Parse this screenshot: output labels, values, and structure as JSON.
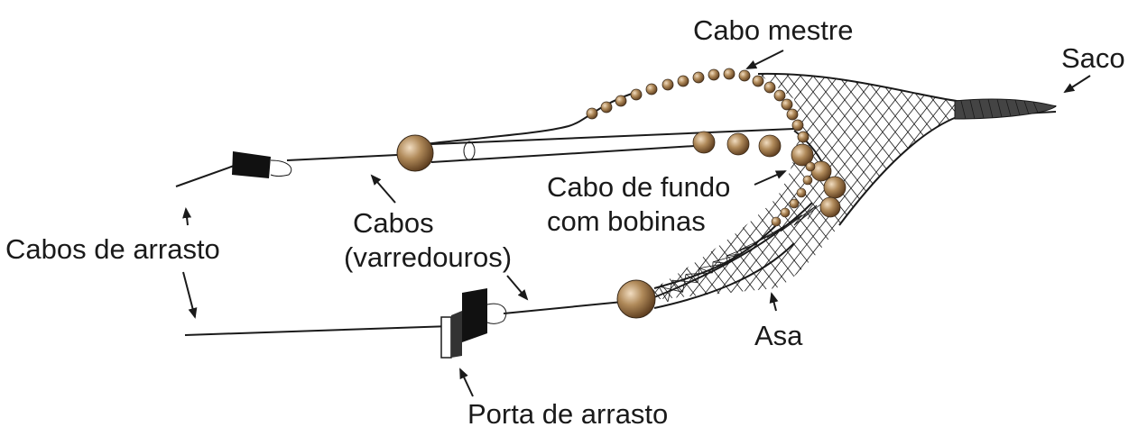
{
  "diagram": {
    "labels": {
      "cabo_mestre": "Cabo mestre",
      "saco": "Saco",
      "cabo_fundo_line1": "Cabo de fundo",
      "cabo_fundo_line2": "com bobinas",
      "cabos_line1": "Cabos",
      "cabos_line2": "(varredouros)",
      "cabos_arrasto": "Cabos de arrasto",
      "asa": "Asa",
      "porta_arrasto": "Porta de arrasto"
    },
    "colors": {
      "ink": "#1a1a1a",
      "float_fill": "#b08a5a",
      "float_dark": "#6b4a28",
      "door_fill": "#111111"
    }
  }
}
